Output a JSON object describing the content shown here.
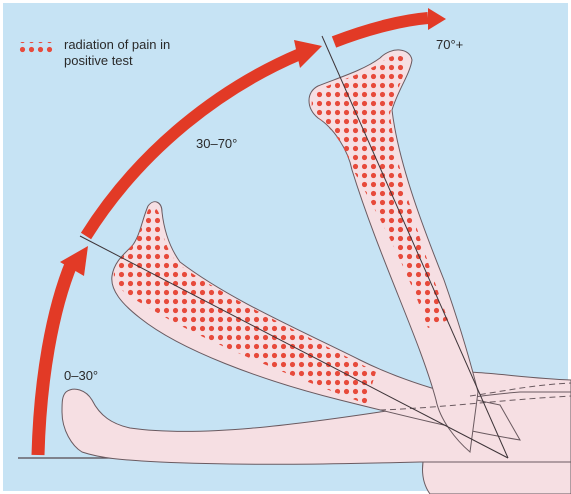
{
  "legend": {
    "text": "radiation of pain in positive test"
  },
  "angle_labels": {
    "range_1": "0–30°",
    "range_2": "30–70°",
    "range_3": "70°+"
  },
  "colors": {
    "background": "#c6e3f4",
    "skin": "#f6dfe3",
    "outline": "#6a5a60",
    "arrow": "#e23a26",
    "pain_dots": "#e74a3b"
  }
}
